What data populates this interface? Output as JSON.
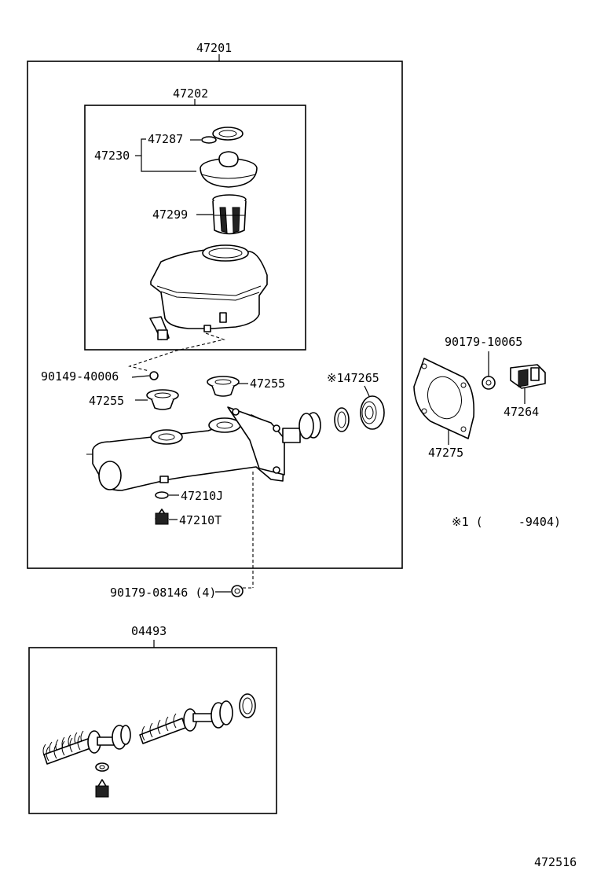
{
  "labels": {
    "assembly": "47201",
    "reservoir_assy": "47202",
    "cap_assy": "47230",
    "cap_gasket": "47287",
    "strainer": "47299",
    "screw": "90149-40006",
    "grommet_left": "47255",
    "grommet_right": "47255",
    "cup_kit_note": "※147265",
    "plug_washer": "47210J",
    "plug": "47210T",
    "mount_nut": "90179-08146 (4)",
    "gasket_plate": "47275",
    "nut_small": "90179-10065",
    "clip": "47264",
    "note_1": "※1 (     -9404)",
    "kit": "04493",
    "diagram_id": "472516"
  }
}
